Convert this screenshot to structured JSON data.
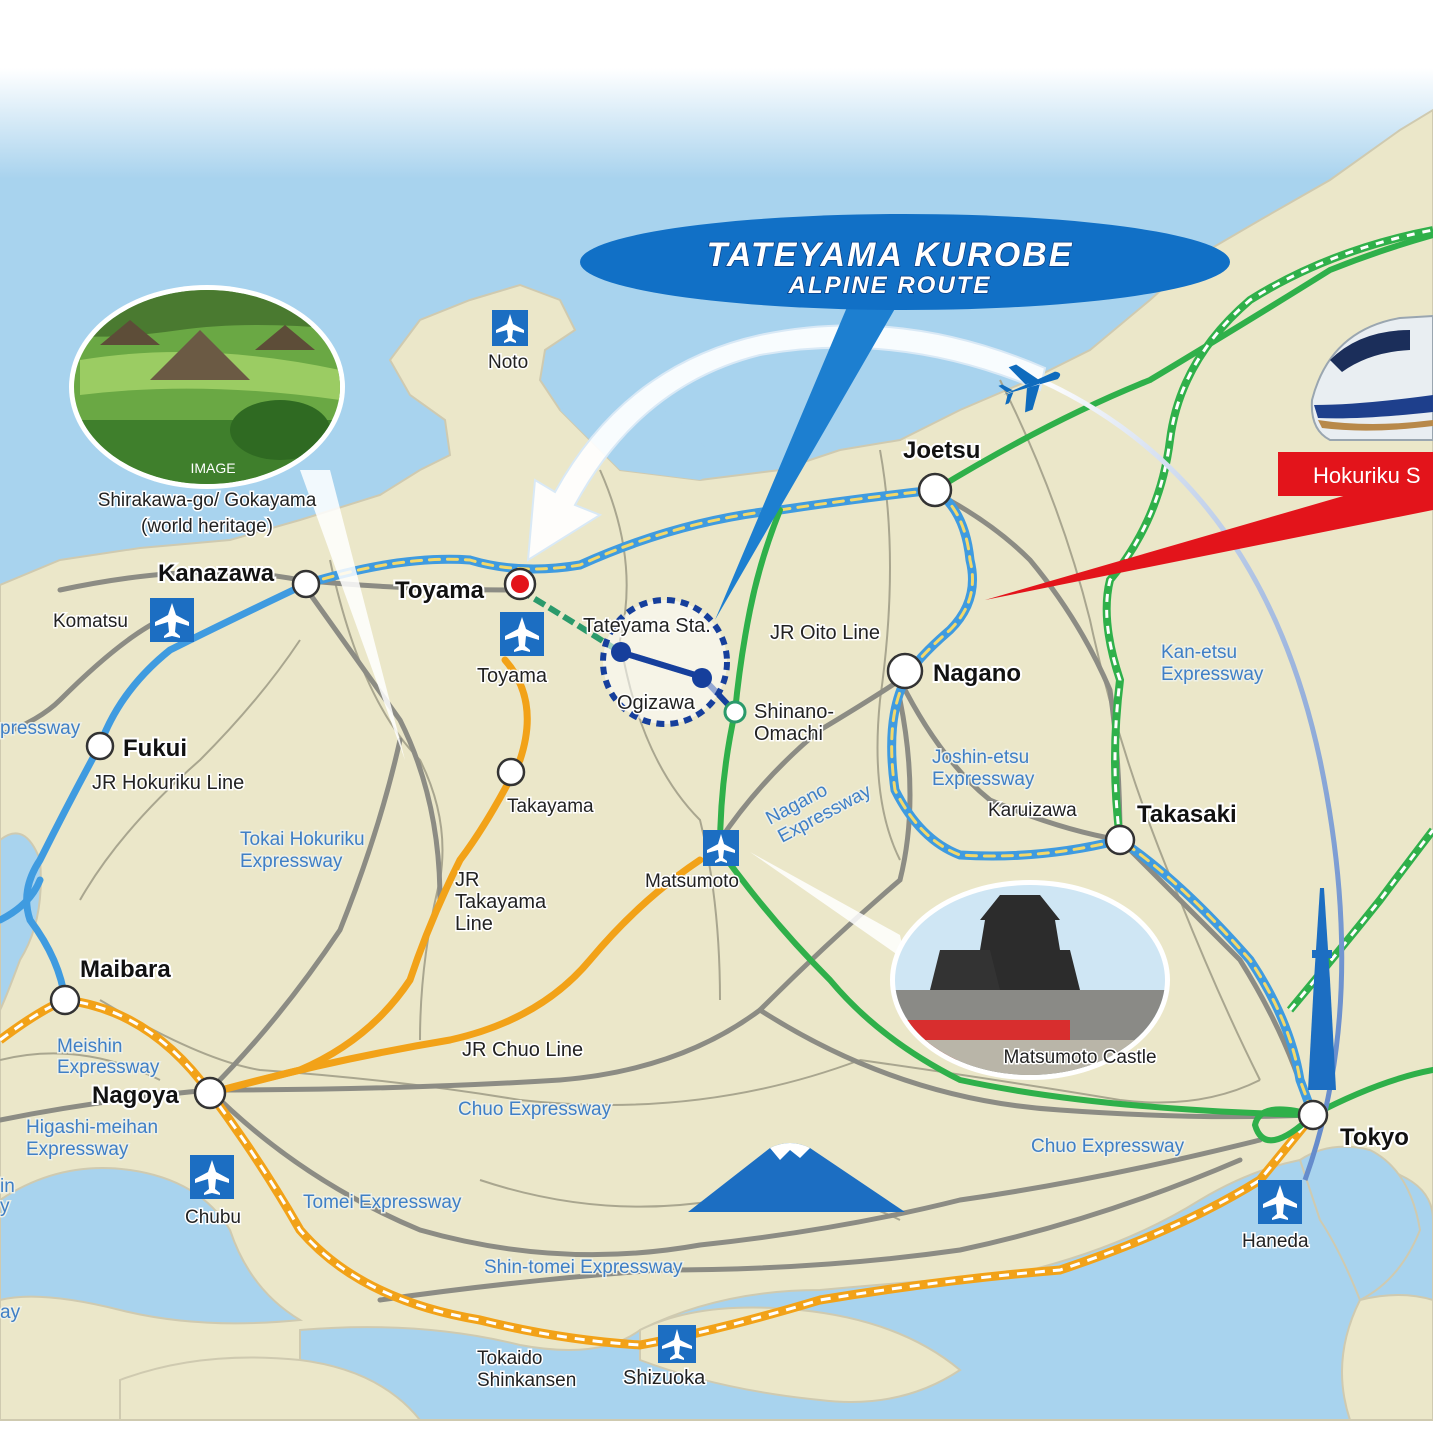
{
  "title": {
    "line1": "TATEYAMA KUROBE",
    "line2": "ALPINE ROUTE"
  },
  "banner": {
    "label": "Hokuriku S"
  },
  "stations": {
    "kanazawa": "Kanazawa",
    "toyama": "Toyama",
    "fukui": "Fukui",
    "maibara": "Maibara",
    "nagoya": "Nagoya",
    "joetsu": "Joetsu",
    "nagano": "Nagano",
    "takasaki": "Takasaki",
    "tokyo": "Tokyo",
    "takayama": "Takayama",
    "tateyama_sta": "Tateyama Sta.",
    "ogizawa": "Ogizawa",
    "shinano_omachi_1": "Shinano-",
    "shinano_omachi_2": "Omachi",
    "karuizawa": "Karuizawa",
    "shizuoka": "Shizuoka"
  },
  "airports": {
    "noto": "Noto",
    "komatsu": "Komatsu",
    "toyama": "Toyama",
    "matsumoto": "Matsumoto",
    "chubu": "Chubu",
    "haneda": "Haneda",
    "shizuoka": "Shizuoka"
  },
  "lines": {
    "jr_hokuriku": "JR Hokuriku Line",
    "jr_takayama_1": "JR",
    "jr_takayama_2": "Takayama",
    "jr_takayama_3": "Line",
    "jr_oito": "JR Oito Line",
    "jr_chuo": "JR Chuo Line",
    "tokaido_1": "Tokaido",
    "tokaido_2": "Shinkansen"
  },
  "expressways": {
    "tokai_hokuriku_1": "Tokai Hokuriku",
    "tokai_hokuriku_2": "Expressway",
    "meishin_1": "Meishin",
    "meishin_2": "Expressway",
    "higashi_meihan_1": "Higashi-meihan",
    "higashi_meihan_2": "Expressway",
    "chuo_west": "Chuo Expressway",
    "chuo_east": "Chuo Expressway",
    "tomei": "Tomei Expressway",
    "shin_tomei": "Shin-tomei Expressway",
    "nagano_1": "Nagano",
    "nagano_2": "Expressway",
    "joshin_etsu_1": "Joshin-etsu",
    "joshin_etsu_2": "Expressway",
    "kan_etsu_1": "Kan-etsu",
    "kan_etsu_2": "Expressway",
    "edge_left_1": "pressway",
    "edge_left_2": "in",
    "edge_left_3": "y",
    "edge_left_4": "ay"
  },
  "photos": {
    "shirakawa_1": "Shirakawa-go/ Gokayama",
    "shirakawa_2": "(world heritage)",
    "shirakawa_tag": "IMAGE",
    "matsumoto_castle": "Matsumoto Castle"
  },
  "colors": {
    "sea": "#a8d3ee",
    "land": "#ebe7c9",
    "hokuriku_shinkansen": "#3f9be0",
    "jr_line_green": "#2fb04a",
    "orange_line": "#f2a218",
    "brand_blue": "#0f6bbd",
    "banner_red": "#e3141b"
  }
}
